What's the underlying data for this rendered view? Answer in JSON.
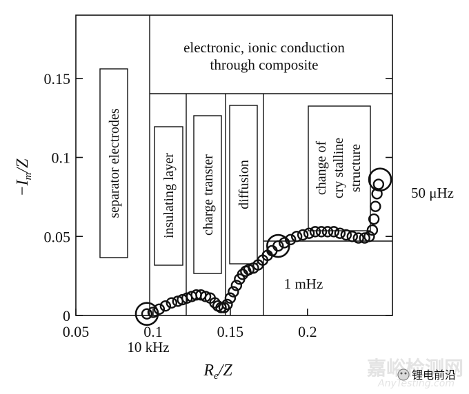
{
  "chart_data": {
    "type": "scatter",
    "xlabel": "R",
    "xlabel_sub": "e",
    "xlabel_tail": "/Z",
    "ylabel_prefix": "−I",
    "ylabel_sub": "m",
    "ylabel_tail": "/Z",
    "xlim": [
      0.05,
      0.255
    ],
    "ylim": [
      0,
      0.19
    ],
    "x_ticks": [
      {
        "value": 0.05,
        "label": "0.05"
      },
      {
        "value": 0.1,
        "label": "0.1"
      },
      {
        "value": 0.15,
        "label": "0.15"
      },
      {
        "value": 0.2,
        "label": "0.2"
      }
    ],
    "y_ticks": [
      {
        "value": 0,
        "label": "0"
      },
      {
        "value": 0.05,
        "label": "0.05"
      },
      {
        "value": 0.1,
        "label": "0.1"
      },
      {
        "value": 0.15,
        "label": "0.15"
      }
    ],
    "points": [
      [
        0.096,
        0.001
      ],
      [
        0.1,
        0.002
      ],
      [
        0.104,
        0.004
      ],
      [
        0.108,
        0.006
      ],
      [
        0.112,
        0.008
      ],
      [
        0.116,
        0.009
      ],
      [
        0.119,
        0.01
      ],
      [
        0.122,
        0.011
      ],
      [
        0.125,
        0.012
      ],
      [
        0.128,
        0.013
      ],
      [
        0.131,
        0.013
      ],
      [
        0.134,
        0.012
      ],
      [
        0.137,
        0.011
      ],
      [
        0.14,
        0.008
      ],
      [
        0.142,
        0.006
      ],
      [
        0.144,
        0.005
      ],
      [
        0.146,
        0.005
      ],
      [
        0.148,
        0.007
      ],
      [
        0.15,
        0.011
      ],
      [
        0.152,
        0.015
      ],
      [
        0.154,
        0.019
      ],
      [
        0.156,
        0.023
      ],
      [
        0.158,
        0.026
      ],
      [
        0.16,
        0.028
      ],
      [
        0.162,
        0.029
      ],
      [
        0.165,
        0.03
      ],
      [
        0.168,
        0.032
      ],
      [
        0.171,
        0.035
      ],
      [
        0.174,
        0.038
      ],
      [
        0.177,
        0.041
      ],
      [
        0.181,
        0.044
      ],
      [
        0.185,
        0.046
      ],
      [
        0.189,
        0.048
      ],
      [
        0.193,
        0.05
      ],
      [
        0.197,
        0.051
      ],
      [
        0.201,
        0.052
      ],
      [
        0.205,
        0.053
      ],
      [
        0.209,
        0.053
      ],
      [
        0.213,
        0.053
      ],
      [
        0.217,
        0.053
      ],
      [
        0.221,
        0.052
      ],
      [
        0.225,
        0.051
      ],
      [
        0.229,
        0.05
      ],
      [
        0.233,
        0.049
      ],
      [
        0.237,
        0.049
      ],
      [
        0.24,
        0.05
      ],
      [
        0.242,
        0.054
      ],
      [
        0.243,
        0.061
      ],
      [
        0.244,
        0.069
      ],
      [
        0.245,
        0.077
      ],
      [
        0.246,
        0.083
      ]
    ],
    "highlighted_points": [
      {
        "x": 0.096,
        "y": 0.001,
        "label": "10 kHz"
      },
      {
        "x": 0.181,
        "y": 0.044,
        "label": "1 mHz"
      },
      {
        "x": 0.247,
        "y": 0.086,
        "label": "50 μHz"
      }
    ],
    "regions": [
      {
        "x0": 0.05,
        "x1": 0.0957,
        "y0": 0,
        "y1": 0.19,
        "label": "separator electrodes"
      },
      {
        "x0": 0.0957,
        "x1": 0.255,
        "y0": 0.149,
        "y1": 0.19,
        "label": "electronic, ionic conduction through composite"
      },
      {
        "x0": 0.0957,
        "x1": 0.1185,
        "y0": 0,
        "y1": 0.149,
        "label": "insulating layer"
      },
      {
        "x0": 0.1185,
        "x1": 0.1435,
        "y0": 0,
        "y1": 0.149,
        "label": "charge transter"
      },
      {
        "x0": 0.1435,
        "x1": 0.169,
        "y0": 0,
        "y1": 0.149,
        "label": "diffusion"
      },
      {
        "x0": 0.169,
        "x1": 0.255,
        "y0": 0.05,
        "y1": 0.149,
        "label": "change of cry stalline structure"
      }
    ],
    "grid": false,
    "legend": "none"
  },
  "annotations": {
    "f_high": "10 kHz",
    "f_mid": "1 mHz",
    "f_low": "50 μHz"
  },
  "watermark": {
    "brand_cn": "嘉峪检测网",
    "brand_url": "AnyTesting.com",
    "wechat_label": "锂电前沿"
  }
}
